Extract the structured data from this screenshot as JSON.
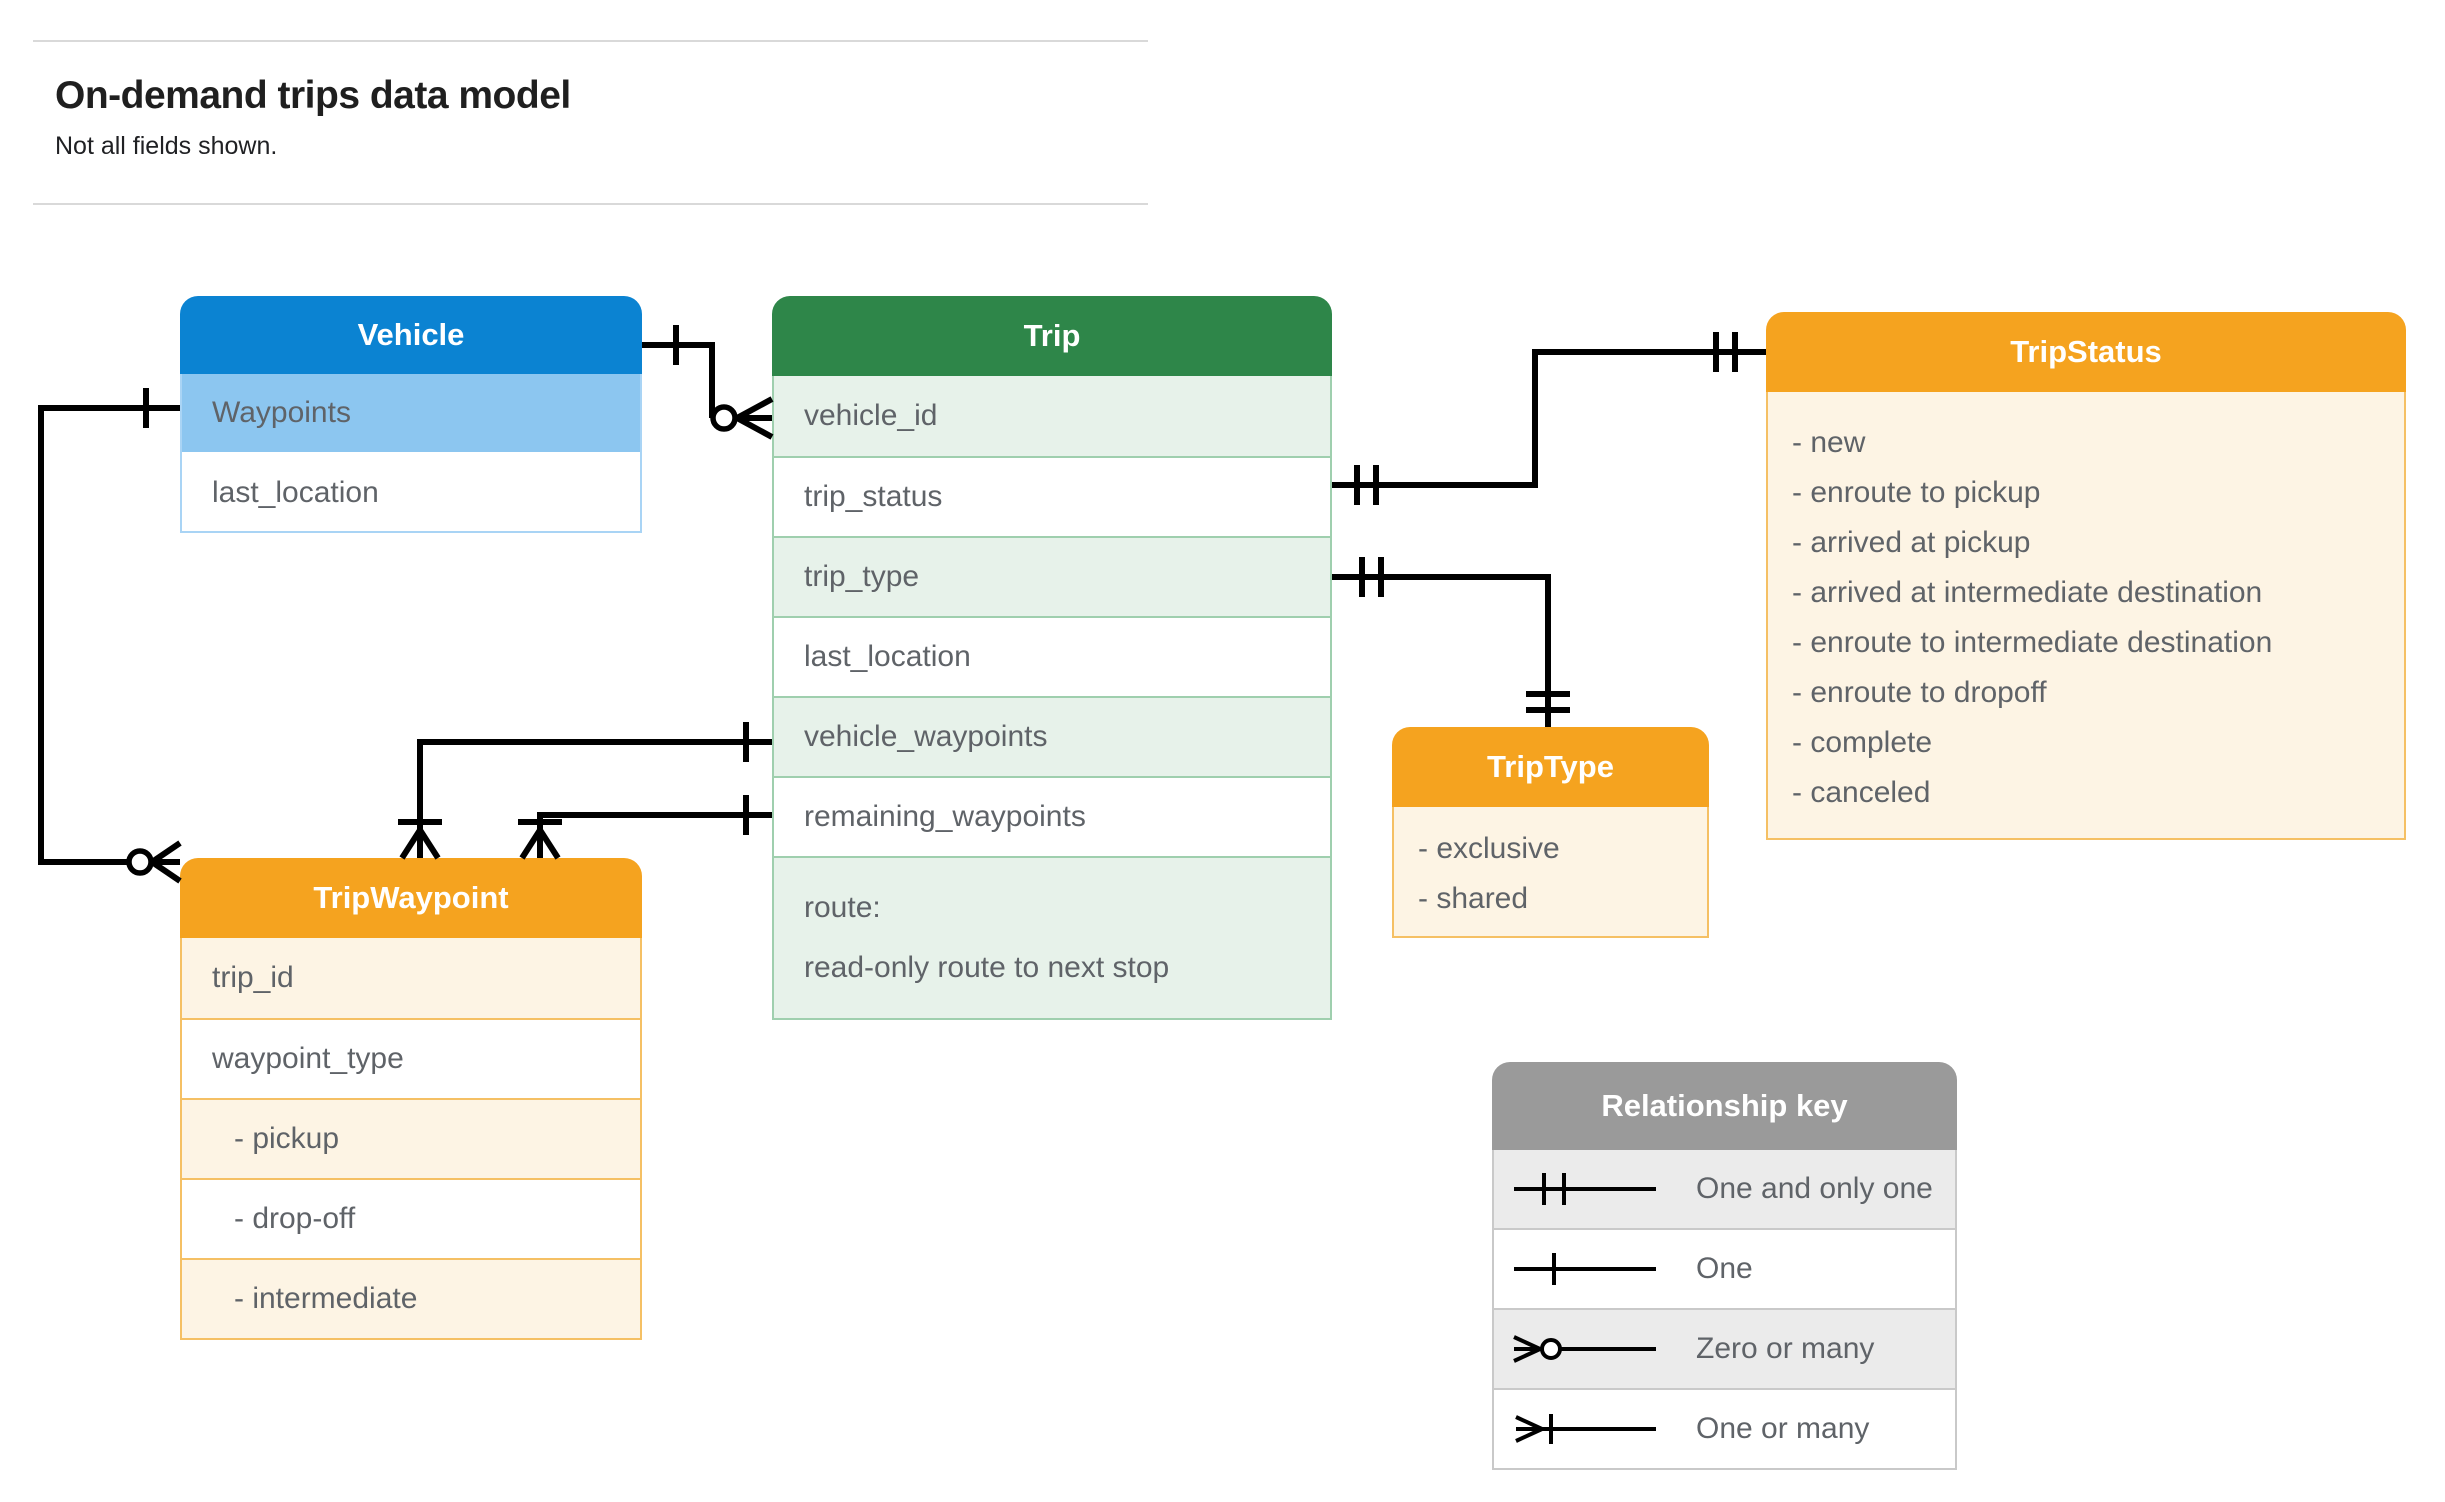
{
  "page": {
    "title": "On-demand trips data model",
    "subtitle": "Not all fields shown."
  },
  "palette": {
    "blue_header": "#0b83d2",
    "blue_row": "#8cc6f0",
    "blue_border": "#a9d4f5",
    "green_header": "#2e8649",
    "green_row": "#e7f2ea",
    "green_border": "#9fcfae",
    "orange_header": "#f5a31f",
    "orange_row": "#fdf4e4",
    "orange_border": "#f5c064",
    "gray_header": "#9a9a9a",
    "gray_row": "#ebebeb",
    "gray_border": "#c9c9c9",
    "field_text": "#5f6368",
    "connector_line": "#000000"
  },
  "entities": {
    "vehicle": {
      "title": "Vehicle",
      "fields": [
        "Waypoints",
        "last_location"
      ]
    },
    "trip": {
      "title": "Trip",
      "fields": [
        "vehicle_id",
        "trip_status",
        "trip_type",
        "last_location",
        "vehicle_waypoints",
        "remaining_waypoints"
      ],
      "route_lines": [
        "route:",
        "read-only route to next stop"
      ]
    },
    "trip_status": {
      "title": "TripStatus",
      "values": [
        "- new",
        "- enroute to pickup",
        "- arrived at pickup",
        "- arrived at intermediate destination",
        "- enroute to intermediate destination",
        "- enroute to dropoff",
        "- complete",
        "- canceled"
      ]
    },
    "trip_type": {
      "title": "TripType",
      "values": [
        "- exclusive",
        "- shared"
      ]
    },
    "trip_waypoint": {
      "title": "TripWaypoint",
      "fields": [
        "trip_id",
        "waypoint_type"
      ],
      "values": [
        "- pickup",
        "- drop-off",
        "- intermediate"
      ]
    }
  },
  "legend": {
    "title": "Relationship key",
    "rows": [
      {
        "symbol": "one-and-only-one",
        "label": "One and only one"
      },
      {
        "symbol": "one",
        "label": "One"
      },
      {
        "symbol": "zero-or-many",
        "label": "Zero or many"
      },
      {
        "symbol": "one-or-many",
        "label": "One or many"
      }
    ]
  },
  "relationships": [
    {
      "from": "Vehicle",
      "to": "Trip.vehicle_id",
      "from_cardinality": "one",
      "to_cardinality": "zero-or-many"
    },
    {
      "from": "Vehicle.Waypoints",
      "to": "TripWaypoint",
      "from_cardinality": "one",
      "to_cardinality": "zero-or-many"
    },
    {
      "from": "Trip.trip_status",
      "to": "TripStatus",
      "from_cardinality": "one-and-only-one",
      "to_cardinality": "one-and-only-one"
    },
    {
      "from": "Trip.trip_type",
      "to": "TripType",
      "from_cardinality": "one-and-only-one",
      "to_cardinality": "one-and-only-one"
    },
    {
      "from": "Trip.vehicle_waypoints",
      "to": "TripWaypoint",
      "from_cardinality": "one",
      "to_cardinality": "one-or-many"
    },
    {
      "from": "Trip.remaining_waypoints",
      "to": "TripWaypoint",
      "from_cardinality": "one",
      "to_cardinality": "one-or-many"
    }
  ]
}
